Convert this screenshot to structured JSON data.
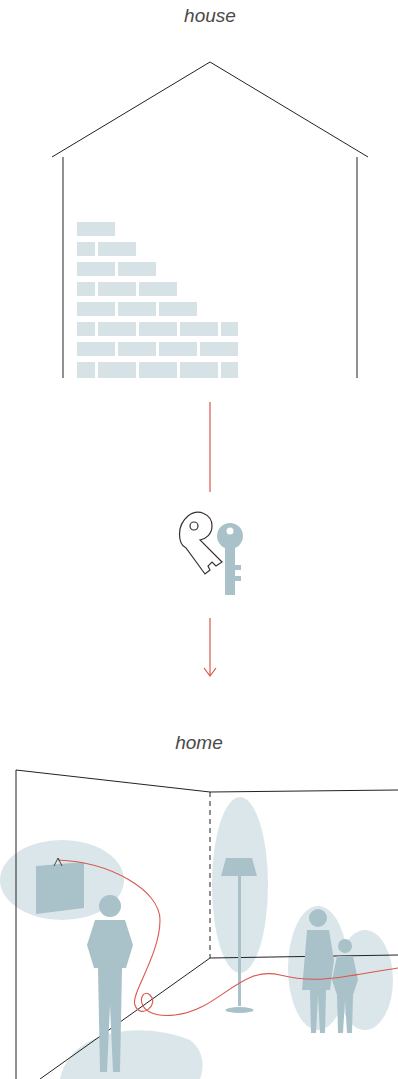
{
  "diagram": {
    "nodes": [
      {
        "text": [
          "house"
        ]
      },
      {
        "text": [
          "home"
        ]
      }
    ],
    "edges": [
      {
        "from": 0,
        "to": 1,
        "arrow": "to"
      }
    ]
  }
}
